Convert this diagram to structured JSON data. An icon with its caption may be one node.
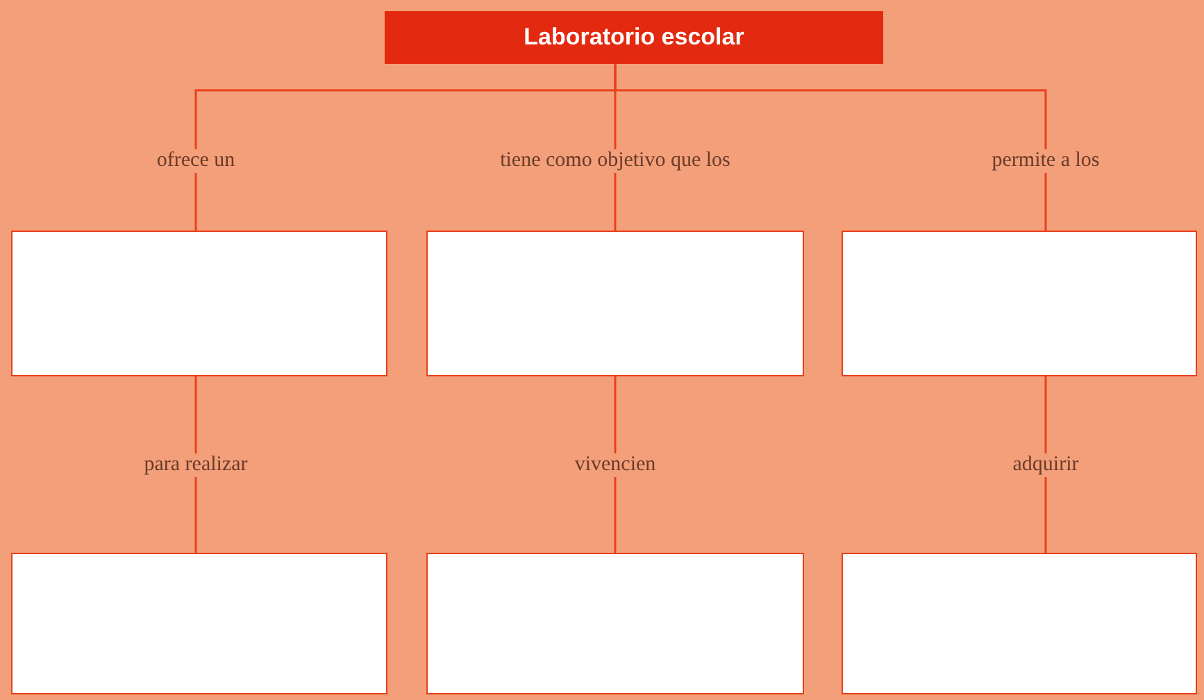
{
  "diagram": {
    "nodes": [
      {
        "text": [
          "Laboratorio escolar"
        ]
      },
      {
        "text": [],
        "shape": "box"
      },
      {
        "text": [],
        "shape": "box"
      },
      {
        "text": [],
        "shape": "box"
      },
      {
        "text": [],
        "shape": "box"
      },
      {
        "text": [],
        "shape": "box"
      },
      {
        "text": [],
        "shape": "box"
      }
    ],
    "edges": [
      {
        "from": 0,
        "to": 1,
        "arrow": "none",
        "label": "ofrece un"
      },
      {
        "from": 0,
        "to": 2,
        "arrow": "none",
        "label": "tiene como objetivo que los"
      },
      {
        "from": 0,
        "to": 3,
        "arrow": "none",
        "label": "permite a los"
      },
      {
        "from": 1,
        "to": 4,
        "arrow": "none",
        "label": "para realizar"
      },
      {
        "from": 2,
        "to": 5,
        "arrow": "none",
        "label": "vivencien"
      },
      {
        "from": 3,
        "to": 6,
        "arrow": "none",
        "label": "adquirir"
      }
    ]
  }
}
